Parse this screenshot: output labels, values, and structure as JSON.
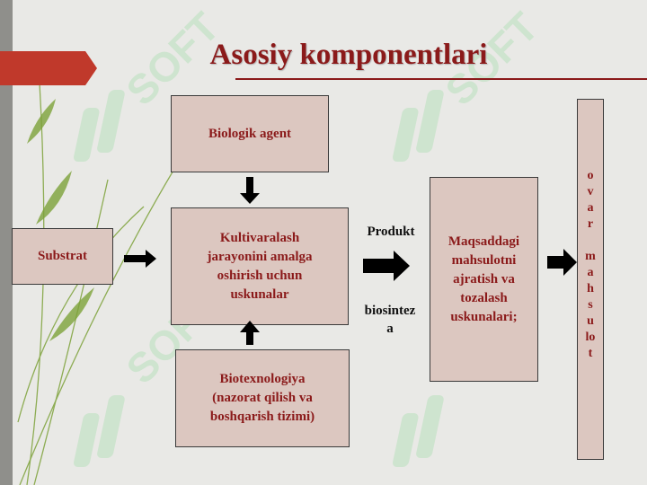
{
  "slide": {
    "title": "Asosiy komponentlari",
    "accent_color": "#8b1a1a",
    "title_arrow_color": "#c0392b",
    "box_fill": "#dcc7c0"
  },
  "watermark": {
    "text": "SOFT"
  },
  "diagram": {
    "biologik_agent": "Biologik agent",
    "kultivaralash": "Kultivaralash\njarayonini amalga\noshirish uchun\nuskunalar",
    "substrat": "Substrat",
    "biotexnologiya": "Biotexnologiya\n(nazorat qilish  va\nboshqarish tizimi)",
    "produkt": "Produkt",
    "biosinteza": "biosintez\na",
    "maqsaddagi": "Maqsaddagi\nmahsulotni\najratish va\ntozalash\nuskunalari;",
    "tovar_mahsulot": "o\nv\na\nr\n\nm\na\nh\ns\nu\nlo\nt"
  }
}
